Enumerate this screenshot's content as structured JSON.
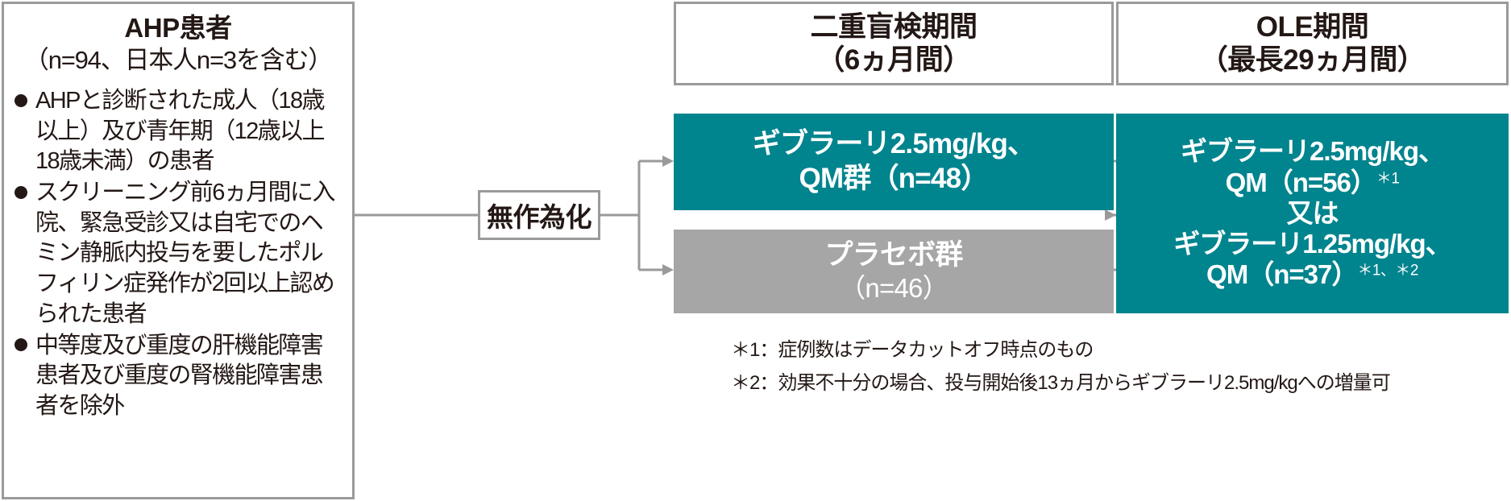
{
  "patient_box": {
    "title": "AHP患者",
    "subtitle": "（n=94、日本人n=3を含む）",
    "criteria": [
      "AHPと診断された成人（18歳以上）及び青年期（12歳以上18歳未満）の患者",
      "スクリーニング前6ヵ月間に入院、緊急受診又は自宅でのヘミン静脈内投与を要したポルフィリン症発作が2回以上認められた患者",
      "中等度及び重度の肝機能障害患者及び重度の腎機能障害患者を除外"
    ]
  },
  "randomize": {
    "label": "無作為化"
  },
  "double_blind": {
    "header_line1": "二重盲検期間",
    "header_line2": "（6ヵ月間）",
    "arms": [
      {
        "name": "givosiran-arm",
        "line1": "ギブラーリ2.5mg/kg、",
        "line2": "QM群（n=48）",
        "color": "#00848e"
      },
      {
        "name": "placebo-arm",
        "line1": "プラセボ群",
        "line2": "（n=46）",
        "color": "#a6a6a6"
      }
    ]
  },
  "ole": {
    "header_line1": "OLE期間",
    "header_line2": "（最長29ヵ月間）",
    "arm": {
      "line1": "ギブラーリ2.5mg/kg、",
      "line2_main": "QM（n=56）",
      "line2_sup": "＊1",
      "line3": "又は",
      "line4": "ギブラーリ1.25mg/kg、",
      "line5_main": "QM（n=37）",
      "line5_sup": "＊1、＊2",
      "color": "#00848e"
    }
  },
  "footnotes": [
    "＊1：症例数はデータカットオフ時点のもの",
    "＊2：効果不十分の場合、投与開始後13ヵ月からギブラーリ2.5mg/kgへの増量可"
  ],
  "colors": {
    "teal": "#00848e",
    "grey": "#a6a6a6",
    "border": "#9a9a9a",
    "text": "#231815"
  }
}
